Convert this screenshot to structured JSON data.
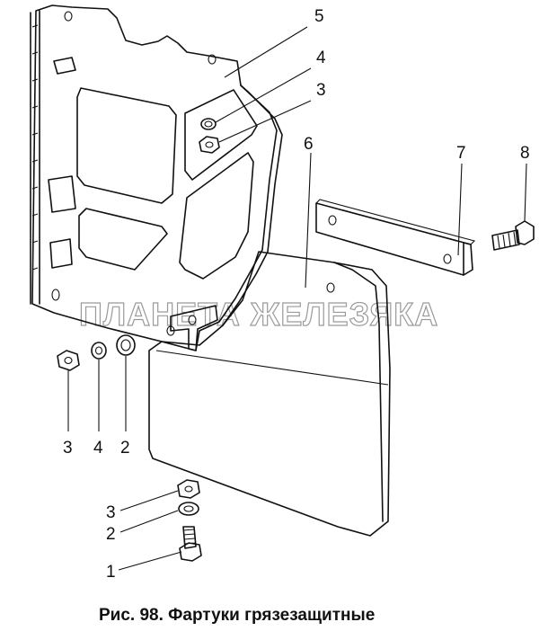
{
  "watermark": "ПЛАНЕТА ЖЕЛЕЗЯКА",
  "caption": "Рис. 98. Фартуки грязезащитные",
  "callouts": {
    "top_5": "5",
    "top_4": "4",
    "top_3": "3",
    "label_6": "6",
    "label_7": "7",
    "label_8": "8",
    "left_3": "3",
    "left_4": "4",
    "left_2": "2",
    "bottom_3": "3",
    "bottom_2": "2",
    "bottom_1": "1"
  }
}
